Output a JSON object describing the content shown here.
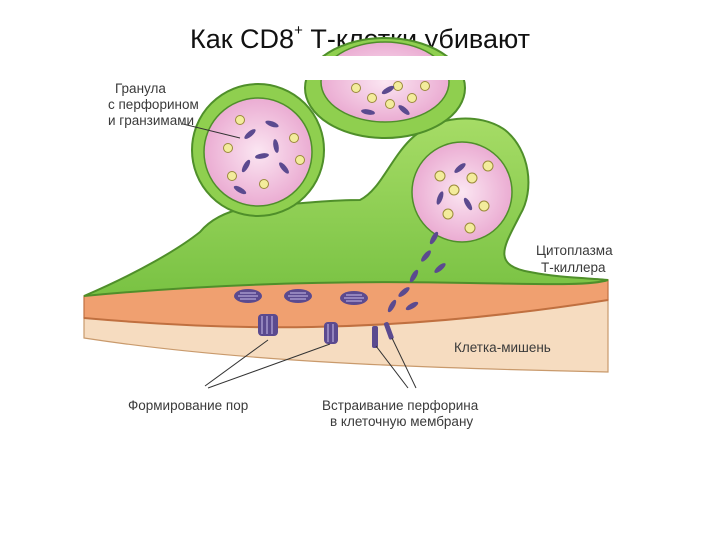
{
  "title": {
    "main_prefix": "Как CD8",
    "superscript": "+",
    "main_suffix": " Т-клетки убивают"
  },
  "labels": {
    "granule": [
      "Гранула",
      "с перфорином",
      "и гранзимами"
    ],
    "cytoplasm": [
      "Цитоплазма",
      "Т-киллера"
    ],
    "target_cell": "Клетка-мишень",
    "pore_formation": "Формирование пор",
    "perforin_insertion": [
      "Встраивание перфорина",
      "в клеточную мембрану"
    ]
  },
  "colors": {
    "killer_green": "#8fcf4f",
    "killer_outline": "#4f8f2a",
    "granule_pink": "#f0b8d8",
    "target_orange": "#f0a070",
    "target_cream": "#f6dcc0",
    "perforin_purple": "#5b4a8f",
    "granzyme_yellow": "#f3ec9c"
  }
}
